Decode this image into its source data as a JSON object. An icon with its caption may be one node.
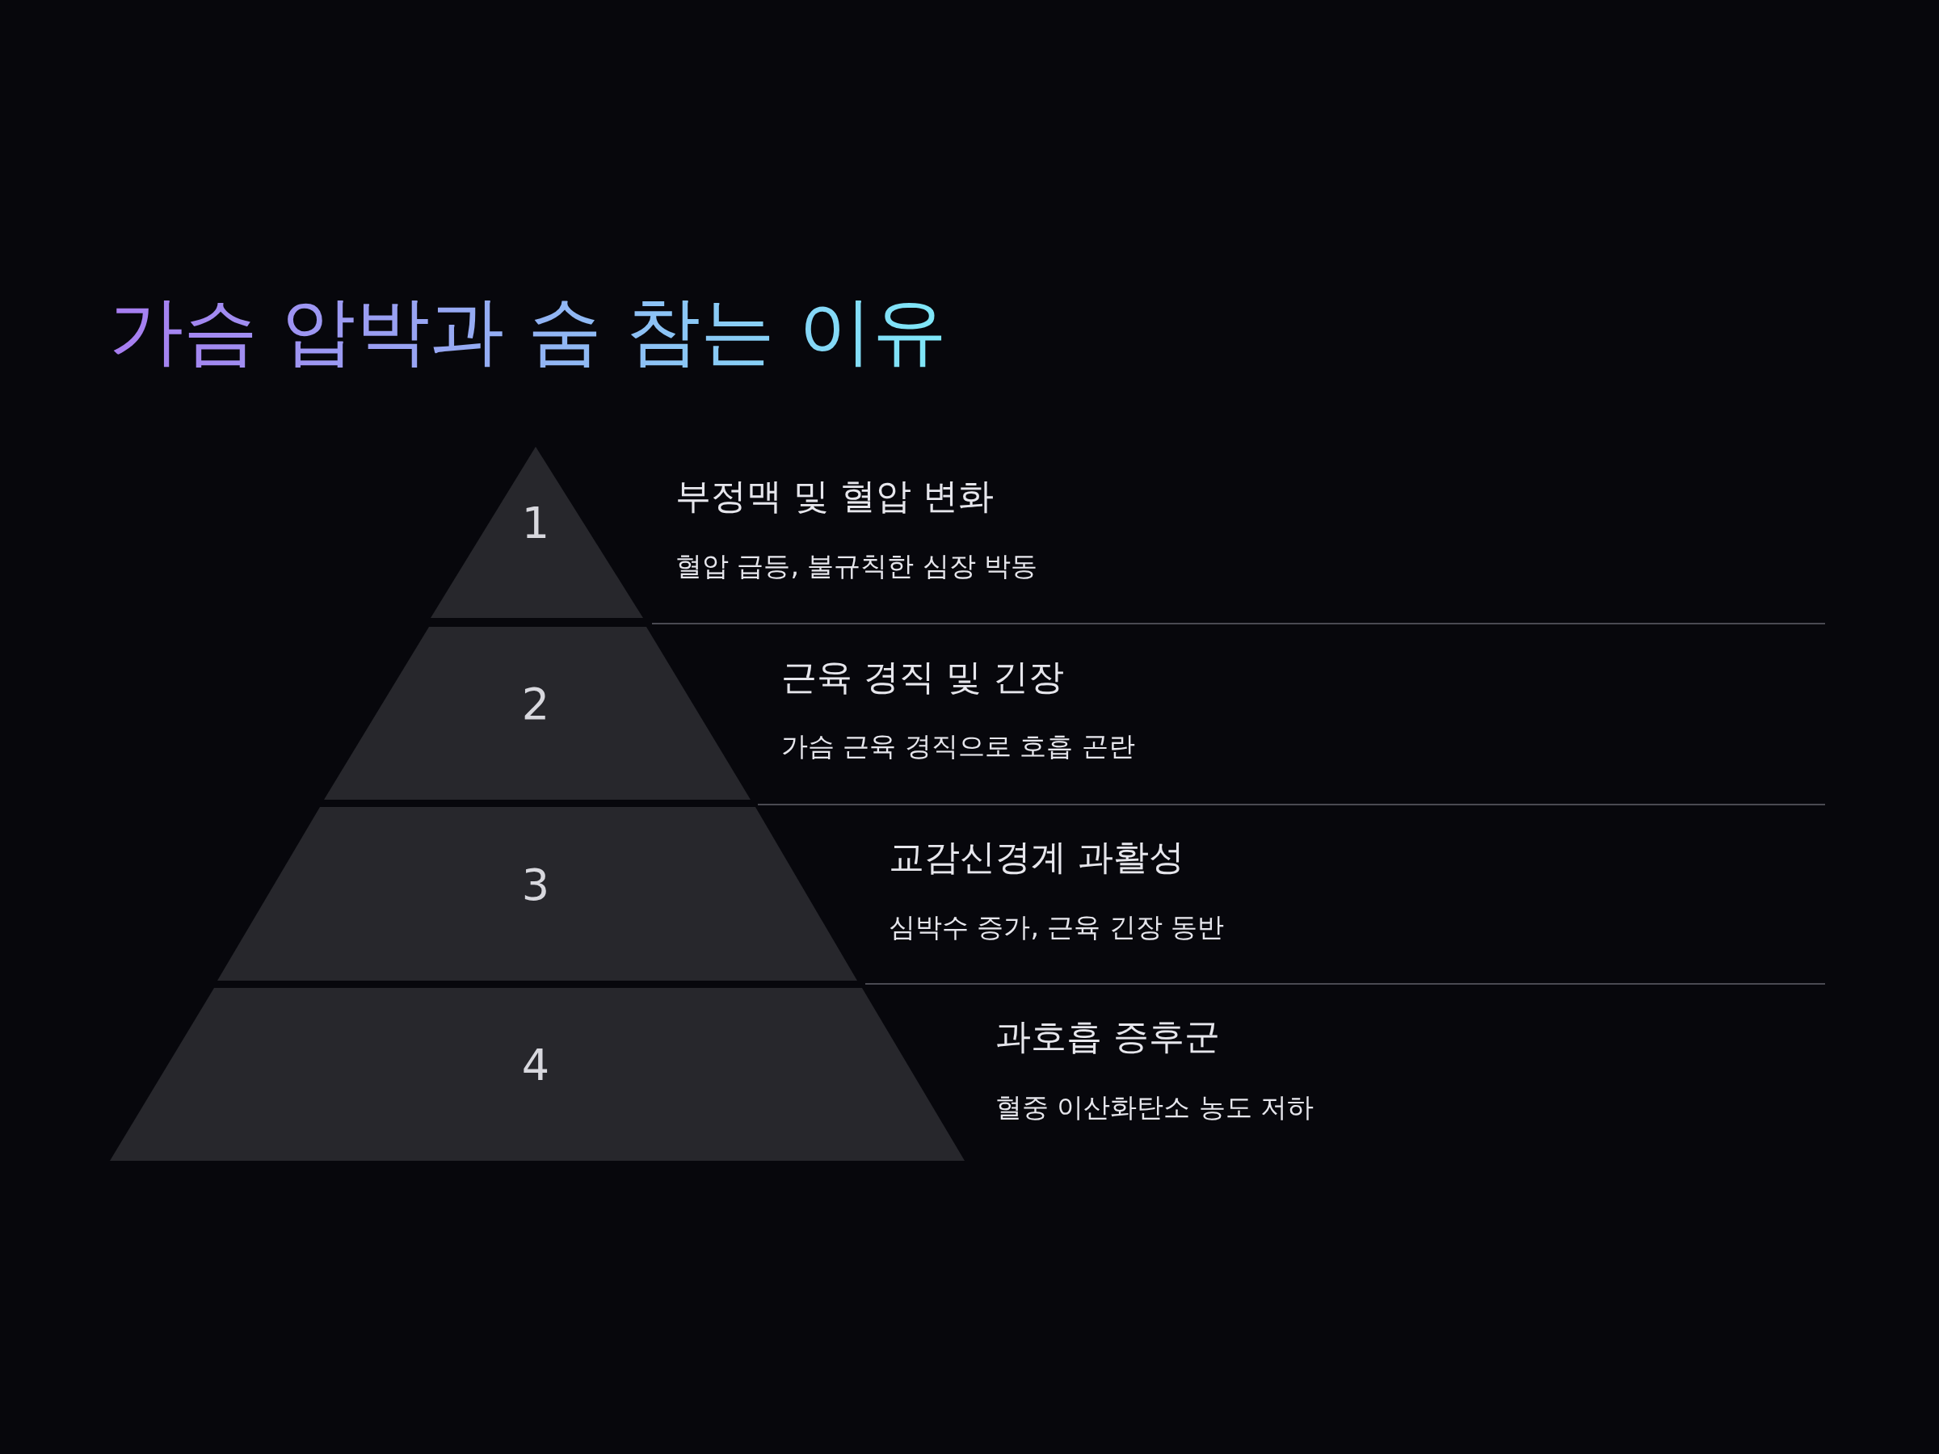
{
  "diagram": {
    "title": "가슴 압박과 숨 참는 이유",
    "nodes": [
      {
        "text": [
          "1"
        ],
        "beside": [
          "부정맥 및 혈압 변화",
          "혈압 급등, 불규칙한 심장 박동"
        ]
      },
      {
        "text": [
          "2"
        ],
        "beside": [
          "근육 경직 및 긴장",
          "가슴 근육 경직으로 호흡 곤란"
        ]
      },
      {
        "text": [
          "3"
        ],
        "beside": [
          "교감신경계 과활성",
          "심박수 증가, 근육 긴장 동반"
        ]
      },
      {
        "text": [
          "4"
        ],
        "beside": [
          "과호흡 증후군",
          "혈중 이산화탄소 농도 저하"
        ]
      }
    ]
  }
}
